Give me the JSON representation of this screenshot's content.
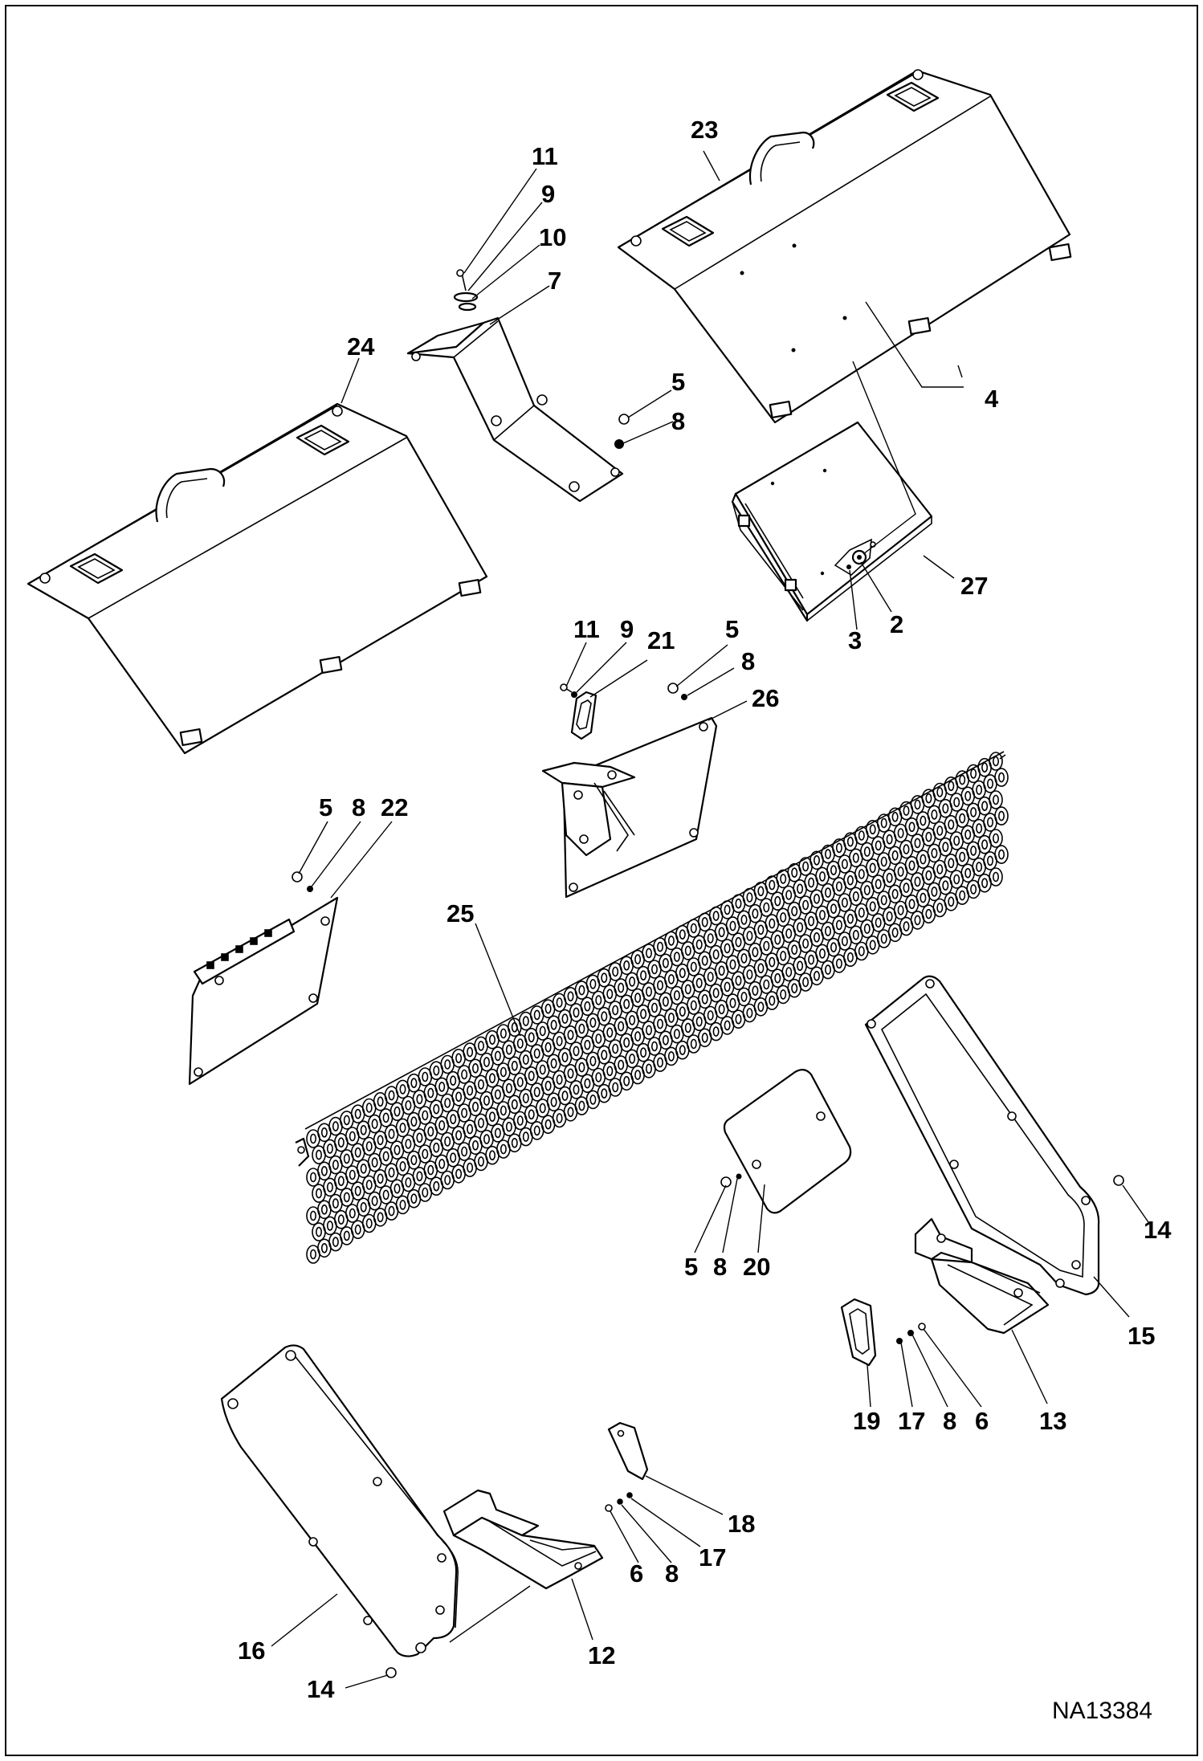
{
  "callouts": [
    {
      "id": "c11a",
      "text": "11"
    },
    {
      "id": "c9a",
      "text": "9"
    },
    {
      "id": "c10",
      "text": "10"
    },
    {
      "id": "c7",
      "text": "7"
    },
    {
      "id": "c23",
      "text": "23"
    },
    {
      "id": "c24",
      "text": "24"
    },
    {
      "id": "c5a",
      "text": "5"
    },
    {
      "id": "c8a",
      "text": "8"
    },
    {
      "id": "c4",
      "text": "4"
    },
    {
      "id": "c27",
      "text": "27"
    },
    {
      "id": "c2",
      "text": "2"
    },
    {
      "id": "c3",
      "text": "3"
    },
    {
      "id": "c11b",
      "text": "11"
    },
    {
      "id": "c9b",
      "text": "9"
    },
    {
      "id": "c21",
      "text": "21"
    },
    {
      "id": "c5b",
      "text": "5"
    },
    {
      "id": "c8b",
      "text": "8"
    },
    {
      "id": "c26",
      "text": "26"
    },
    {
      "id": "c5c",
      "text": "5"
    },
    {
      "id": "c8c",
      "text": "8"
    },
    {
      "id": "c22",
      "text": "22"
    },
    {
      "id": "c25",
      "text": "25"
    },
    {
      "id": "c14a",
      "text": "14"
    },
    {
      "id": "c5d",
      "text": "5"
    },
    {
      "id": "c8d",
      "text": "8"
    },
    {
      "id": "c20",
      "text": "20"
    },
    {
      "id": "c15",
      "text": "15"
    },
    {
      "id": "c19",
      "text": "19"
    },
    {
      "id": "c17a",
      "text": "17"
    },
    {
      "id": "c8e",
      "text": "8"
    },
    {
      "id": "c6a",
      "text": "6"
    },
    {
      "id": "c13",
      "text": "13"
    },
    {
      "id": "c18",
      "text": "18"
    },
    {
      "id": "c17b",
      "text": "17"
    },
    {
      "id": "c8f",
      "text": "8"
    },
    {
      "id": "c6b",
      "text": "6"
    },
    {
      "id": "c16",
      "text": "16"
    },
    {
      "id": "c12",
      "text": "12"
    },
    {
      "id": "c14b",
      "text": "14"
    }
  ],
  "drawing_code": "NA13384"
}
